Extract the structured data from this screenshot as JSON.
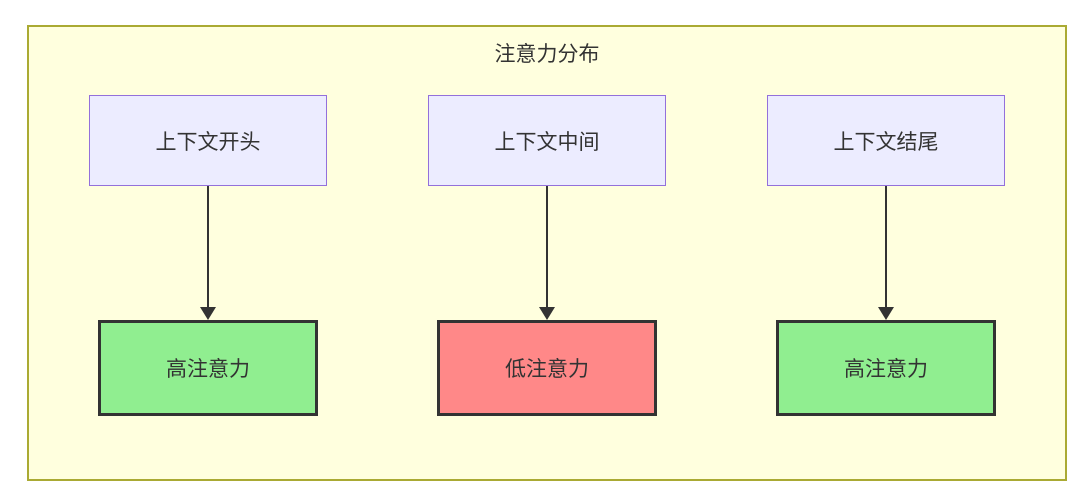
{
  "diagram": {
    "title": "注意力分布",
    "colors": {
      "container_bg": "#FFFFDE",
      "container_border": "#AAAA33",
      "top_node_bg": "#ECECFF",
      "top_node_border": "#9370DB",
      "high_bg": "#90EE90",
      "low_bg": "#FF8888",
      "node_border_dark": "#333333",
      "arrow": "#333333",
      "text": "#333333"
    },
    "columns": [
      {
        "source": "上下文开头",
        "target": "高注意力",
        "level": "high"
      },
      {
        "source": "上下文中间",
        "target": "低注意力",
        "level": "low"
      },
      {
        "source": "上下文结尾",
        "target": "高注意力",
        "level": "high"
      }
    ]
  }
}
